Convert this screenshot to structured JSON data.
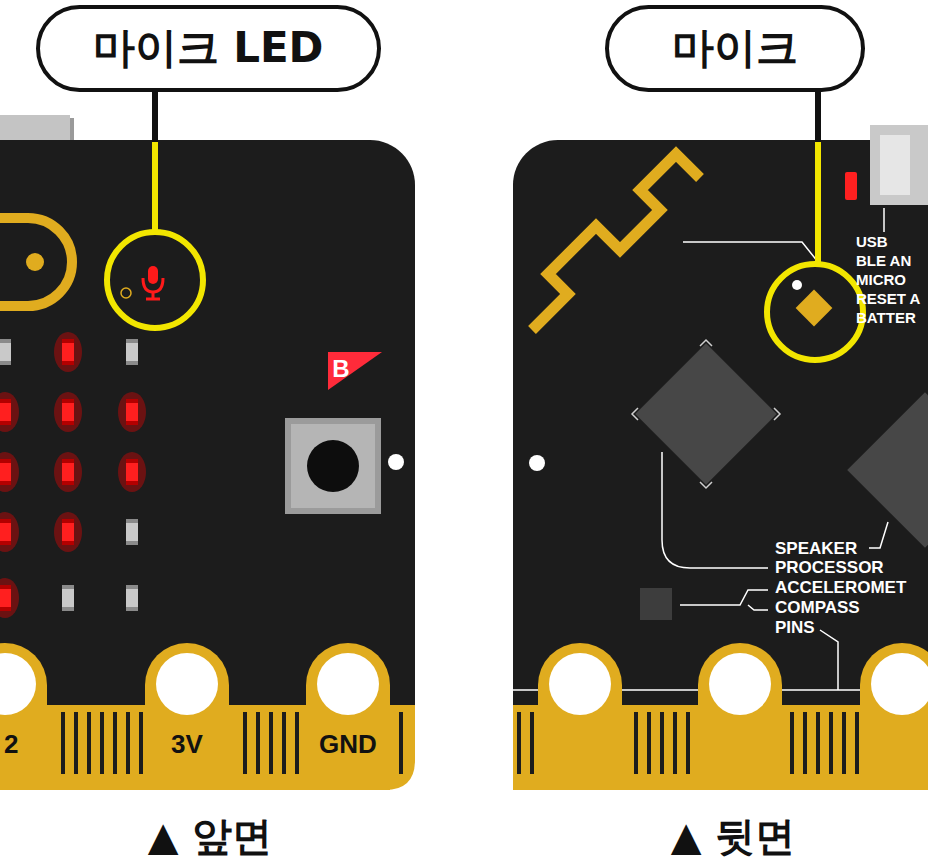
{
  "diagram": {
    "nodes": [
      {
        "text": [
          "마이크 LED"
        ]
      },
      {
        "text": [
          "마이크"
        ]
      }
    ],
    "labels": [
      "B",
      "2",
      "3V",
      "GND",
      "USB",
      "BLE AN",
      "MICRO",
      "RESET A",
      "BATTER",
      "SPEAKER",
      "PROCESSOR",
      "ACCELEROMET",
      "COMPASS",
      "PINS",
      "▲ 앞면",
      "▲ 뒷면"
    ]
  }
}
